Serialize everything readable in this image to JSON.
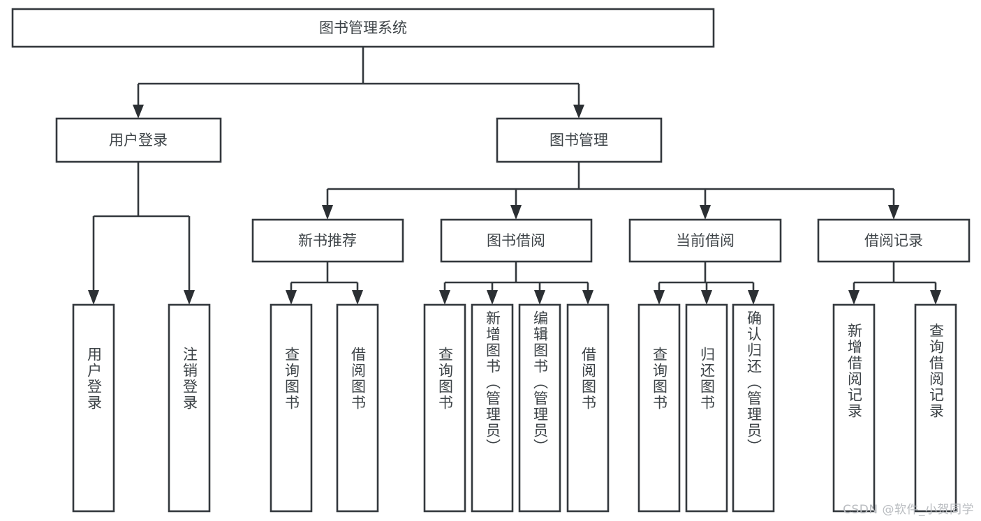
{
  "diagram": {
    "type": "tree-hierarchy-chart",
    "title": "图书管理系统",
    "orientation": "top-down",
    "colors": {
      "box_stroke": "#33383d",
      "box_fill": "#ffffff",
      "text": "#3d4347",
      "connector": "#33383d",
      "watermark": "#b9bcc0",
      "background": "#ffffff"
    },
    "nodes": {
      "root": {
        "label": "图书管理系统",
        "level": 1,
        "text_direction": "horizontal"
      },
      "level2": [
        {
          "label": "用户登录",
          "text_direction": "horizontal"
        },
        {
          "label": "图书管理",
          "text_direction": "horizontal"
        }
      ],
      "level3": [
        {
          "label": "新书推荐",
          "text_direction": "horizontal"
        },
        {
          "label": "图书借阅",
          "text_direction": "horizontal"
        },
        {
          "label": "当前借阅",
          "text_direction": "horizontal"
        },
        {
          "label": "借阅记录",
          "text_direction": "horizontal"
        }
      ],
      "leaves": {
        "user_login": [
          {
            "label": "用户登录",
            "text_direction": "vertical"
          },
          {
            "label": "注销登录",
            "text_direction": "vertical"
          }
        ],
        "new_book_recommend": [
          {
            "label": "查询图书",
            "text_direction": "vertical"
          },
          {
            "label": "借阅图书",
            "text_direction": "vertical"
          }
        ],
        "book_borrow": [
          {
            "label": "查询图书",
            "text_direction": "vertical"
          },
          {
            "label": "新增图书（管理员）",
            "text_direction": "vertical"
          },
          {
            "label": "编辑图书（管理员）",
            "text_direction": "vertical"
          },
          {
            "label": "借阅图书",
            "text_direction": "vertical"
          }
        ],
        "current_borrow": [
          {
            "label": "查询图书",
            "text_direction": "vertical"
          },
          {
            "label": "归还图书",
            "text_direction": "vertical"
          },
          {
            "label": "确认归还（管理员）",
            "text_direction": "vertical"
          }
        ],
        "borrow_record": [
          {
            "label": "新增借阅记录",
            "text_direction": "vertical"
          },
          {
            "label": "查询借阅记录",
            "text_direction": "vertical"
          }
        ]
      }
    },
    "edges": [
      {
        "from": "图书管理系统",
        "to": "用户登录"
      },
      {
        "from": "图书管理系统",
        "to": "图书管理"
      },
      {
        "from": "图书管理",
        "to": "新书推荐"
      },
      {
        "from": "图书管理",
        "to": "图书借阅"
      },
      {
        "from": "图书管理",
        "to": "当前借阅"
      },
      {
        "from": "图书管理",
        "to": "借阅记录"
      },
      {
        "from": "用户登录",
        "to": "用户登录"
      },
      {
        "from": "用户登录",
        "to": "注销登录"
      },
      {
        "from": "新书推荐",
        "to": "查询图书"
      },
      {
        "from": "新书推荐",
        "to": "借阅图书"
      },
      {
        "from": "图书借阅",
        "to": "查询图书"
      },
      {
        "from": "图书借阅",
        "to": "新增图书（管理员）"
      },
      {
        "from": "图书借阅",
        "to": "编辑图书（管理员）"
      },
      {
        "from": "图书借阅",
        "to": "借阅图书"
      },
      {
        "from": "当前借阅",
        "to": "查询图书"
      },
      {
        "from": "当前借阅",
        "to": "归还图书"
      },
      {
        "from": "当前借阅",
        "to": "确认归还（管理员）"
      },
      {
        "from": "借阅记录",
        "to": "新增借阅记录"
      },
      {
        "from": "借阅记录",
        "to": "查询借阅记录"
      }
    ]
  },
  "watermark": {
    "text": "CSDN @软件_小贺同学"
  }
}
